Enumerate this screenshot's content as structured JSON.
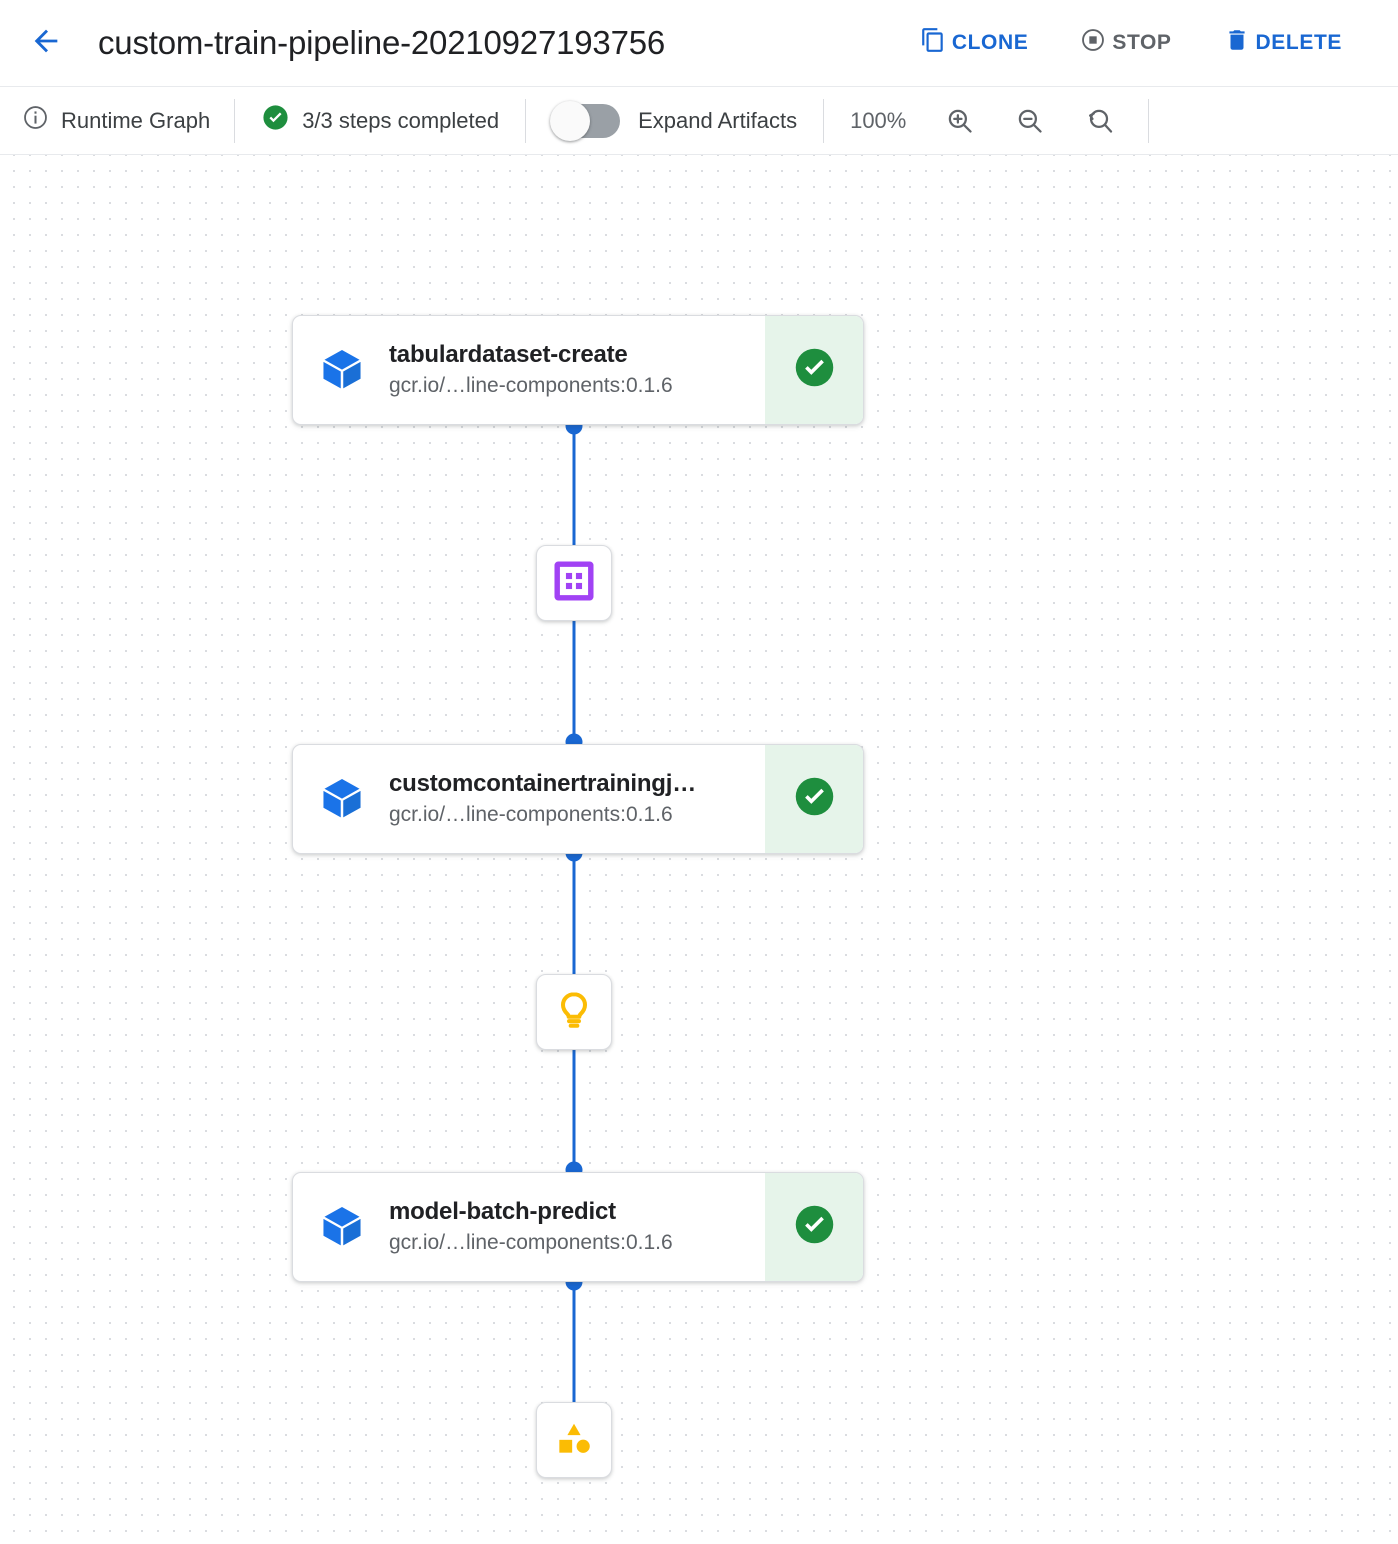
{
  "header": {
    "back_icon": "arrow-back-icon",
    "title": "custom-train-pipeline-20210927193756",
    "actions": [
      {
        "label": "CLONE",
        "icon": "clone-icon",
        "enabled": true
      },
      {
        "label": "STOP",
        "icon": "stop-icon",
        "enabled": false
      },
      {
        "label": "DELETE",
        "icon": "trash-icon",
        "enabled": true
      }
    ]
  },
  "toolbar": {
    "runtime_graph_label": "Runtime Graph",
    "runtime_graph_icon": "info-icon",
    "steps_label": "3/3 steps completed",
    "steps_icon": "check-circle-icon",
    "expand_artifacts_label": "Expand Artifacts",
    "expand_artifacts_on": false,
    "zoom_level": "100%",
    "zoom_in_icon": "zoom-in-icon",
    "zoom_out_icon": "zoom-out-icon",
    "zoom_reset_icon": "zoom-reset-icon"
  },
  "graph": {
    "nodes": [
      {
        "title": "tabulardataset-create",
        "subtitle": "gcr.io/…line-components:0.1.6",
        "icon": "cube-icon",
        "status": "succeeded",
        "status_icon": "check-circle-icon"
      },
      {
        "title": "customcontainertrainingj…",
        "subtitle": "gcr.io/…line-components:0.1.6",
        "icon": "cube-icon",
        "status": "succeeded",
        "status_icon": "check-circle-icon"
      },
      {
        "title": "model-batch-predict",
        "subtitle": "gcr.io/…line-components:0.1.6",
        "icon": "cube-icon",
        "status": "succeeded",
        "status_icon": "check-circle-icon"
      }
    ],
    "artifacts": [
      {
        "icon": "dataset-artifact-icon",
        "color": "#a142f4"
      },
      {
        "icon": "model-artifact-icon",
        "color": "#fbbc04"
      },
      {
        "icon": "metrics-artifact-icon",
        "color": "#fbbc04"
      }
    ]
  },
  "colors": {
    "accent_blue": "#1967d2",
    "success_green": "#1e8e3e",
    "success_bg": "#e6f4ea",
    "artifact_purple": "#a142f4",
    "artifact_amber": "#fbbc04",
    "grid_dot": "#dadce0"
  }
}
